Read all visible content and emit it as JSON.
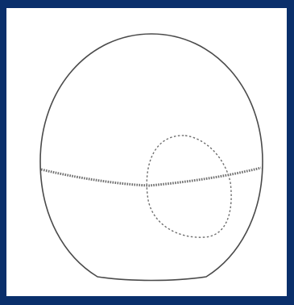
{
  "figure": {
    "shapes": [
      "head-outline",
      "equator-dashed-line",
      "ear-region-dashed-loop"
    ],
    "colors": {
      "frame": "#0a2f6b",
      "panel": "#ffffff",
      "outline": "#4a4a4a",
      "dashes": "#6e6e6e"
    }
  }
}
